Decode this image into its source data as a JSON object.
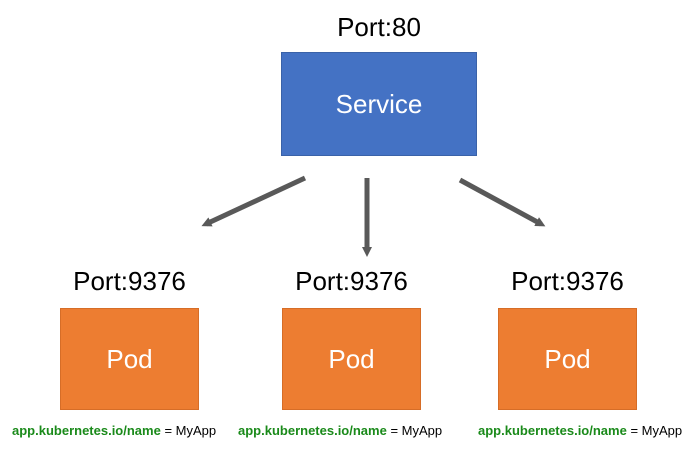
{
  "service": {
    "port_label": "Port:80",
    "name": "Service",
    "color": "#4472c4"
  },
  "pods": [
    {
      "port_label": "Port:9376",
      "name": "Pod",
      "label_key": "app.kubernetes.io/name",
      "label_eq": " = ",
      "label_value": "MyApp"
    },
    {
      "port_label": "Port:9376",
      "name": "Pod",
      "label_key": "app.kubernetes.io/name",
      "label_eq": " = ",
      "label_value": "MyApp"
    },
    {
      "port_label": "Port:9376",
      "name": "Pod",
      "label_key": "app.kubernetes.io/name",
      "label_eq": " = ",
      "label_value": "MyApp"
    }
  ],
  "colors": {
    "pod": "#ed7d31",
    "arrow": "#595959",
    "label_key": "#1a8a1a"
  }
}
